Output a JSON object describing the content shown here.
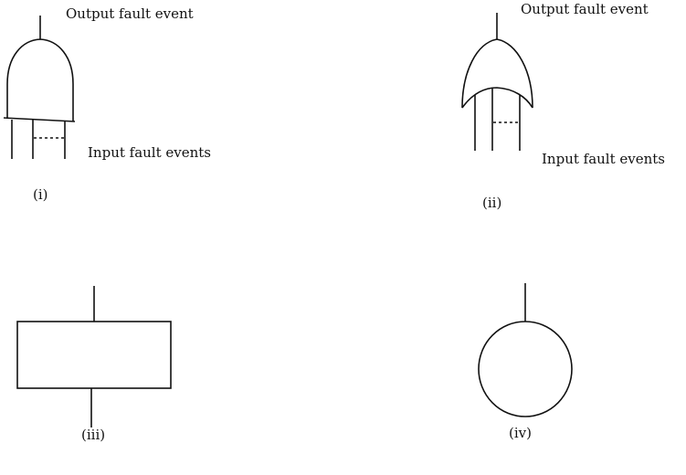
{
  "and_gate": {
    "output_label": "Output fault event",
    "input_label": "Input fault events",
    "number": "(i)"
  },
  "or_gate": {
    "output_label": "Output fault event",
    "input_label": "Input fault events",
    "number": "(ii)"
  },
  "rectangle_symbol": {
    "number": "(iii)"
  },
  "circle_symbol": {
    "number": "(iv)"
  },
  "colors": {
    "stroke": "#111111",
    "background": "#ffffff"
  }
}
